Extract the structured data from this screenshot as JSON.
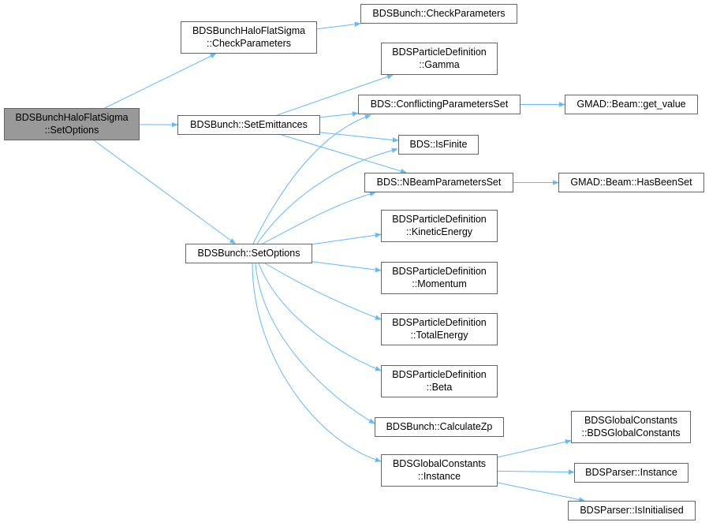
{
  "graph": {
    "edge_color": "#63b8ff",
    "root_fill": "#999999",
    "node_border": "#666666",
    "nodes": [
      {
        "id": "root",
        "lines": [
          "BDSBunchHaloFlatSigma",
          "::SetOptions"
        ],
        "is_root": true
      },
      {
        "id": "halo_check",
        "lines": [
          "BDSBunchHaloFlatSigma",
          "::CheckParameters"
        ]
      },
      {
        "id": "bunch_check",
        "lines": [
          "BDSBunch::CheckParameters"
        ]
      },
      {
        "id": "set_emittances",
        "lines": [
          "BDSBunch::SetEmittances"
        ]
      },
      {
        "id": "bunch_setoptions",
        "lines": [
          "BDSBunch::SetOptions"
        ]
      },
      {
        "id": "gamma",
        "lines": [
          "BDSParticleDefinition",
          "::Gamma"
        ]
      },
      {
        "id": "conflicting",
        "lines": [
          "BDS::ConflictingParametersSet"
        ]
      },
      {
        "id": "get_value",
        "lines": [
          "GMAD::Beam::get_value"
        ]
      },
      {
        "id": "isfinite",
        "lines": [
          "BDS::IsFinite"
        ]
      },
      {
        "id": "nbeam",
        "lines": [
          "BDS::NBeamParametersSet"
        ]
      },
      {
        "id": "hasbeenset",
        "lines": [
          "GMAD::Beam::HasBeenSet"
        ]
      },
      {
        "id": "kinetic",
        "lines": [
          "BDSParticleDefinition",
          "::KineticEnergy"
        ]
      },
      {
        "id": "momentum",
        "lines": [
          "BDSParticleDefinition",
          "::Momentum"
        ]
      },
      {
        "id": "total",
        "lines": [
          "BDSParticleDefinition",
          "::TotalEnergy"
        ]
      },
      {
        "id": "beta",
        "lines": [
          "BDSParticleDefinition",
          "::Beta"
        ]
      },
      {
        "id": "calczp",
        "lines": [
          "BDSBunch::CalculateZp"
        ]
      },
      {
        "id": "gc_instance",
        "lines": [
          "BDSGlobalConstants",
          "::Instance"
        ]
      },
      {
        "id": "gc_ctor",
        "lines": [
          "BDSGlobalConstants",
          "::BDSGlobalConstants"
        ]
      },
      {
        "id": "parser_instance",
        "lines": [
          "BDSParser::Instance"
        ]
      },
      {
        "id": "parser_init",
        "lines": [
          "BDSParser::IsInitialised"
        ]
      }
    ],
    "edges": [
      [
        "root",
        "halo_check"
      ],
      [
        "root",
        "set_emittances"
      ],
      [
        "root",
        "bunch_setoptions"
      ],
      [
        "halo_check",
        "bunch_check"
      ],
      [
        "set_emittances",
        "gamma"
      ],
      [
        "set_emittances",
        "conflicting"
      ],
      [
        "set_emittances",
        "isfinite"
      ],
      [
        "set_emittances",
        "nbeam"
      ],
      [
        "bunch_setoptions",
        "conflicting"
      ],
      [
        "bunch_setoptions",
        "isfinite"
      ],
      [
        "bunch_setoptions",
        "nbeam"
      ],
      [
        "bunch_setoptions",
        "kinetic"
      ],
      [
        "bunch_setoptions",
        "momentum"
      ],
      [
        "bunch_setoptions",
        "total"
      ],
      [
        "bunch_setoptions",
        "beta"
      ],
      [
        "bunch_setoptions",
        "calczp"
      ],
      [
        "bunch_setoptions",
        "gc_instance"
      ],
      [
        "conflicting",
        "get_value"
      ],
      [
        "nbeam",
        "hasbeenset"
      ],
      [
        "gc_instance",
        "gc_ctor"
      ],
      [
        "gc_instance",
        "parser_instance"
      ],
      [
        "gc_instance",
        "parser_init"
      ]
    ]
  }
}
